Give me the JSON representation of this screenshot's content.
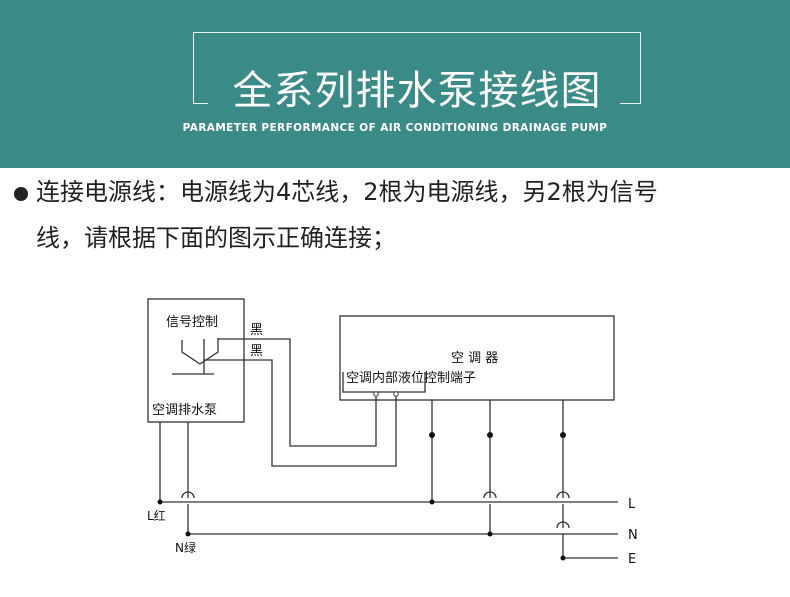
{
  "banner": {
    "title": "全系列排水泵接线图",
    "subtitle": "PARAMETER PERFORMANCE OF AIR CONDITIONING DRAINAGE PUMP",
    "background": "#3a8a87"
  },
  "description": {
    "line1": "连接电源线：电源线为4芯线，2根为电源线，另2根为信号",
    "line2": "线，请根据下面的图示正确连接；"
  },
  "diagram": {
    "pump_box": {
      "signal_label": "信号控制",
      "pump_label": "空调排水泵"
    },
    "wire_labels": [
      "黑",
      "黑"
    ],
    "ac_box": {
      "title": "空 调 器",
      "terminal_label": "空调内部液位控制端子"
    },
    "left_labels": [
      "L红",
      "N绿"
    ],
    "bus_labels": [
      "L",
      "N",
      "E"
    ]
  }
}
